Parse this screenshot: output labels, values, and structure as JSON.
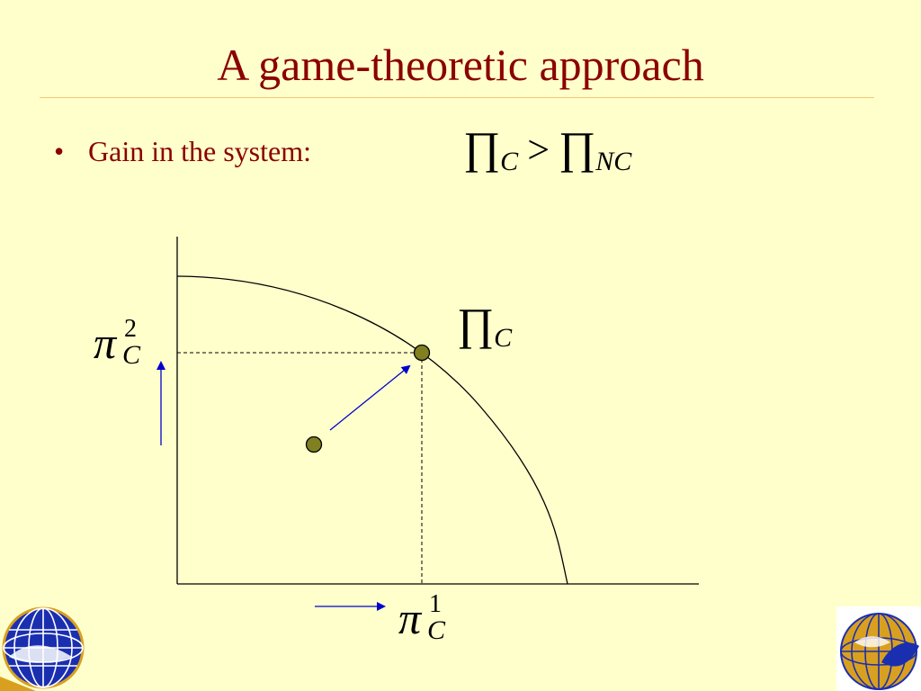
{
  "slide": {
    "title": "A game-theoretic approach",
    "bullet": {
      "marker": "•",
      "text": "Gain in the system:"
    }
  },
  "equation": {
    "lhs_symbol": "∏",
    "lhs_sub": "C",
    "operator": ">",
    "rhs_symbol": "∏",
    "rhs_sub": "NC"
  },
  "diagram": {
    "point_label": {
      "symbol": "∏",
      "sub": "C"
    },
    "y_axis_label": {
      "symbol": "π",
      "sub": "C",
      "sup": "2"
    },
    "x_axis_label": {
      "symbol": "π",
      "sub": "C",
      "sup": "1"
    },
    "colors": {
      "curve": "#000000",
      "axes": "#000000",
      "arrows": "#0000CC",
      "points_fill": "#808020",
      "points_stroke": "#000000"
    }
  },
  "logos": {
    "left": "globe-fish-logo-icon",
    "right": "globe-fish-logo-icon"
  },
  "theme": {
    "background": "#FFFFCC",
    "title_color": "#8B0000",
    "rule_color": "#F2C97A"
  }
}
